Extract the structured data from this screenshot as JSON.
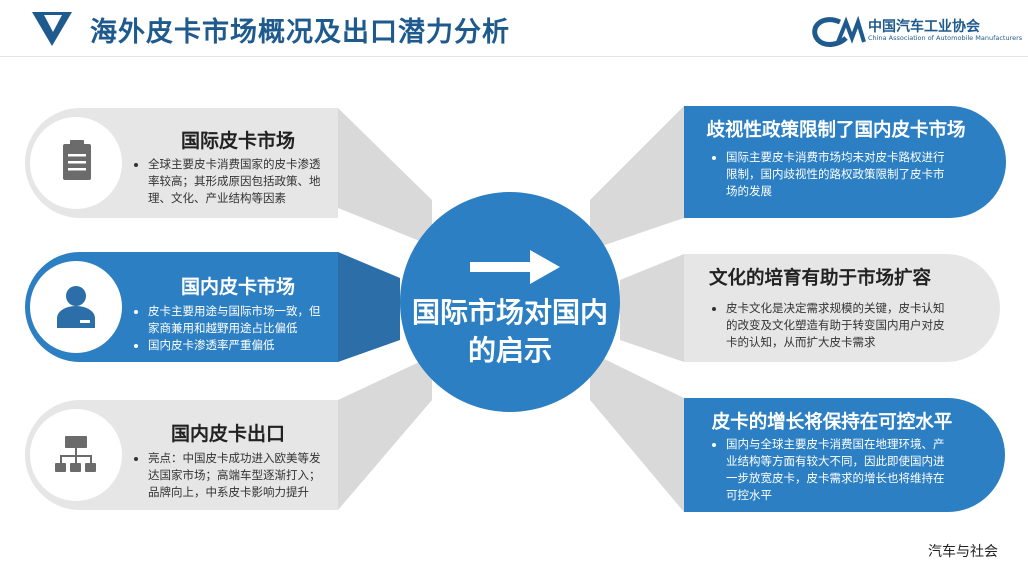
{
  "header": {
    "title": "海外皮卡市场概况及出口潜力分析",
    "logo_cn": "中国汽车工业协会",
    "logo_en": "China Association of Automobile Manufacturers"
  },
  "center": {
    "title_line1": "国际市场对国内",
    "title_line2": "的启示"
  },
  "left": [
    {
      "title": "国际皮卡市场",
      "icon": "clipboard-icon",
      "bullets": [
        "全球主要皮卡消费国家的皮卡渗透率较高；其形成原因包括政策、地理、文化、产业结构等因素"
      ]
    },
    {
      "title": "国内皮卡市场",
      "icon": "user-icon",
      "bullets": [
        "皮卡主要用途与国际市场一致，但家商兼用和越野用途占比偏低",
        "国内皮卡渗透率严重偏低"
      ]
    },
    {
      "title": "国内皮卡出口",
      "icon": "network-icon",
      "bullets": [
        "亮点：中国皮卡成功进入欧美等发达国家市场；高端车型逐渐打入；品牌向上，中系皮卡影响力提升"
      ]
    }
  ],
  "right": [
    {
      "title": "歧视性政策限制了国内皮卡市场",
      "bullets": [
        "国际主要皮卡消费市场均未对皮卡路权进行限制，国内歧视性的路权政策限制了皮卡市场的发展"
      ]
    },
    {
      "title": "文化的培育有助于市场扩容",
      "bullets": [
        "皮卡文化是决定需求规模的关键，皮卡认知的改变及文化塑造有助于转变国内用户对皮卡的认知，从而扩大皮卡需求"
      ]
    },
    {
      "title": "皮卡的增长将保持在可控水平",
      "bullets": [
        "国内与全球主要皮卡消费国在地理环境、产业结构等方面有较大不同，因此即使国内进一步放宽皮卡，皮卡需求的增长也将维持在可控水平"
      ]
    }
  ],
  "watermark": "汽车与社会",
  "colors": {
    "blue": "#2b7fc2",
    "navy": "#1e5a8e",
    "gray": "#e6e6e6",
    "connector": "#d9d9d9"
  }
}
